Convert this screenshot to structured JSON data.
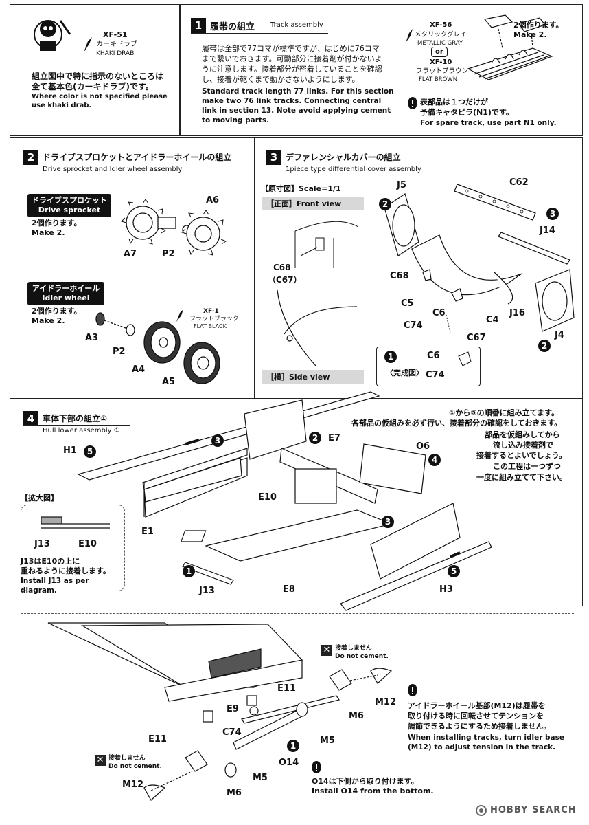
{
  "intro": {
    "paint_code": "XF-51",
    "paint_name_jp": "カーキドラブ",
    "paint_name_en": "KHAKI DRAB",
    "note_jp_1": "組立図中で特に指示のないところは",
    "note_jp_2": "全て基本色(カーキドラブ)です。",
    "note_en_1": "Where color is not specified please",
    "note_en_2": "use khaki drab."
  },
  "step1": {
    "num": "1",
    "title_jp": "履帯の組立",
    "title_en": "Track assembly",
    "body_jp": [
      "履帯は全部で77コマが標準ですが、はじめに76コマ",
      "まで繋いでおきます。可動部分に接着剤が付かないよ",
      "うに注意します。接着部分が密着していることを確認",
      "し、接着が乾くまで動かさないようにします。"
    ],
    "body_en": [
      "Standard track length 77 links.  For this section",
      "make two 76 link tracks. Connecting central",
      "link in section 13. Note avoid applying cement",
      "to moving parts."
    ],
    "paint1_code": "XF-56",
    "paint1_jp": "メタリックグレイ",
    "paint1_en": "METALLIC GRAY",
    "or": "or",
    "paint2_code": "XF-10",
    "paint2_jp": "フラットブラウン",
    "paint2_en": "FLAT BROWN",
    "make_jp": "2個作ります。",
    "make_en": "Make 2.",
    "spare_jp": "表部品は１つだけが",
    "spare_jp2": "予備キャタピラ(N1)です。",
    "spare_en": "For spare track, use part N1 only."
  },
  "step2": {
    "num": "2",
    "title_jp": "ドライブスプロケットとアイドラーホイールの組立",
    "title_en": "Drive sprocket and Idler wheel assembly",
    "sprocket_jp": "ドライブスプロケット",
    "sprocket_en": "Drive sprocket",
    "make_jp": "2個作ります。",
    "make_en": "Make 2.",
    "idler_jp": "アイドラーホイール",
    "idler_en": "Idler wheel",
    "paint_code": "XF-1",
    "paint_jp": "フラットブラック",
    "paint_en": "FLAT BLACK",
    "parts": [
      "A6",
      "A7",
      "P2",
      "A3",
      "P2",
      "A4",
      "A5"
    ]
  },
  "step3": {
    "num": "3",
    "title_jp": "デファレンシャルカバーの組立",
    "title_en": "1piece type differential cover assembly",
    "scale_label": "【原寸図】Scale=1/1",
    "front_view": "［正面］Front view",
    "side_view": "［横］Side view",
    "c68": "C68",
    "c67p": "（C67）",
    "parts": [
      "J5",
      "C62",
      "J14",
      "C68",
      "C5",
      "C6",
      "C4",
      "J16",
      "C74",
      "C67",
      "J4"
    ],
    "done_label": "〈完成図〉",
    "done_parts": [
      "C6",
      "C74"
    ]
  },
  "step4": {
    "num": "4",
    "title_jp": "車体下部の組立①",
    "title_en": "Hull lower assembly ①",
    "order_jp": [
      "①から⑤の順番に組み立てます。",
      "各部品の仮組みを必ず行い、接着部分の確認をしておきます。",
      "部品を仮組みしてから",
      "流し込み接着剤で",
      "接着するとよいでしょう。",
      "この工程は一つずつ",
      "一度に組み立てて下さい。"
    ],
    "zoom_label": "【拡大図】",
    "zoom_parts": [
      "J13",
      "E10"
    ],
    "zoom_jp": [
      "J13はE10の上に",
      "重ねるように接着します。"
    ],
    "zoom_en": [
      "Install J13 as per",
      "diagram."
    ],
    "parts": [
      "H1",
      "E7",
      "O6",
      "E10",
      "E1",
      "J13",
      "E8",
      "H3"
    ]
  },
  "step5": {
    "nocement_jp": "接着しません",
    "nocement_en": "Do not cement.",
    "parts": [
      "E11",
      "E9",
      "E11",
      "C74",
      "M12",
      "M6",
      "M5",
      "O14",
      "M5",
      "M6",
      "M12"
    ],
    "idler_jp": [
      "アイドラーホイール基部(M12)は履帯を",
      "取り付ける時に回転させてテンションを",
      "調節できるようにするため接着しません。"
    ],
    "idler_en": [
      "When installing tracks, turn idler base",
      "(M12) to adjust tension in the track."
    ],
    "o14_jp": "O14は下側から取り付けます。",
    "o14_en": "Install O14 from the bottom."
  },
  "watermark": "HOBBY SEARCH"
}
